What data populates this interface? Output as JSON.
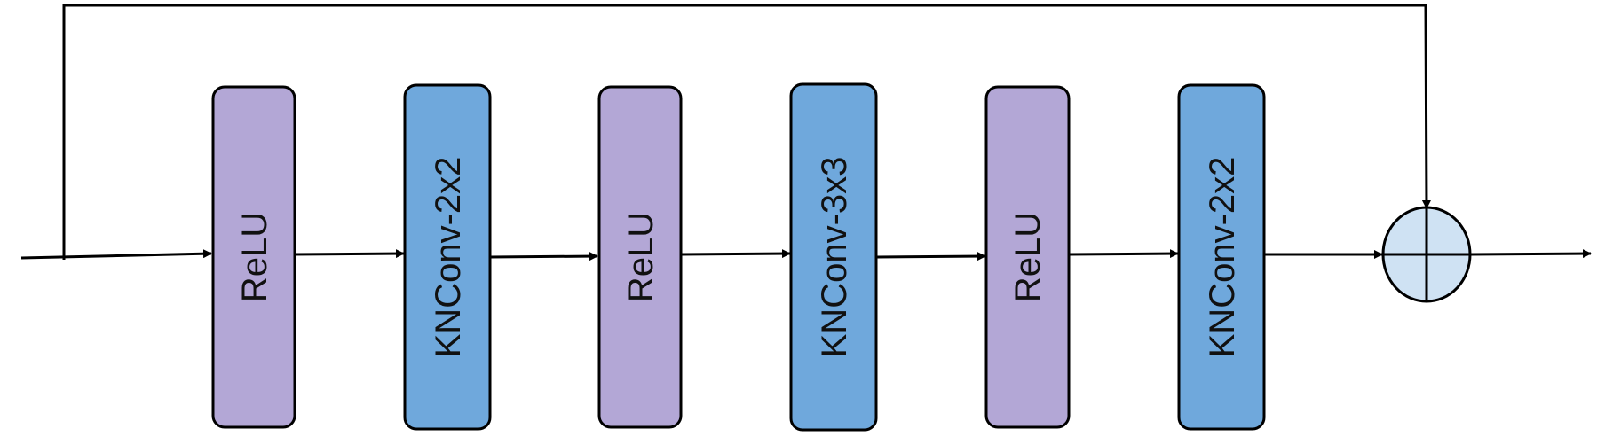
{
  "diagram": {
    "colors": {
      "relu": "#b3a7d6",
      "knconv": "#6fa8dc",
      "sum": "#cfe2f3",
      "stroke": "#000000"
    },
    "blocks": [
      {
        "label": "ReLU",
        "kind": "relu"
      },
      {
        "label": "KNConv-2x2",
        "kind": "knconv"
      },
      {
        "label": "ReLU",
        "kind": "relu"
      },
      {
        "label": "KNConv-3x3",
        "kind": "knconv"
      },
      {
        "label": "ReLU",
        "kind": "relu"
      },
      {
        "label": "KNConv-2x2",
        "kind": "knconv"
      }
    ],
    "sum_node": {
      "symbol": "plus-in-circle"
    }
  }
}
